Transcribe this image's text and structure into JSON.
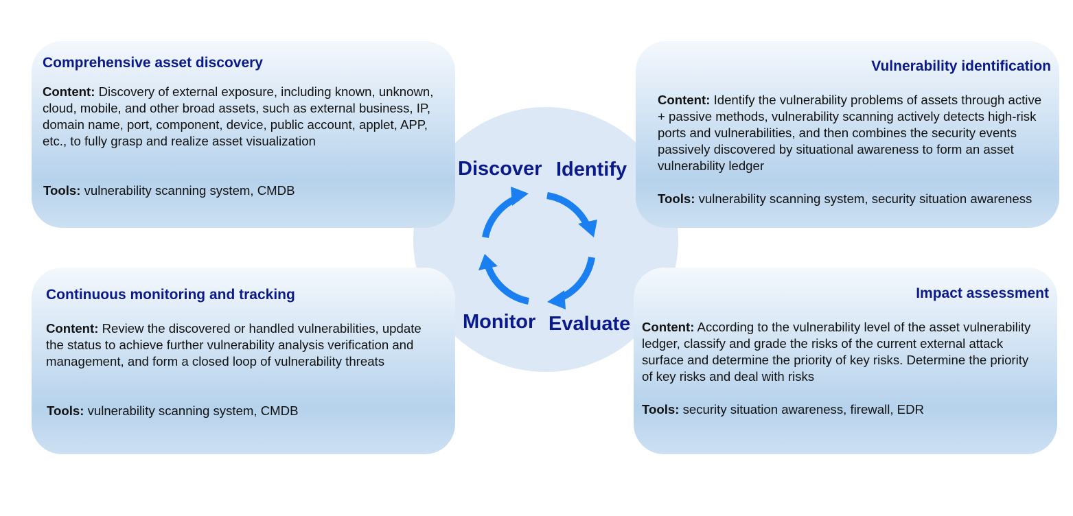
{
  "colors": {
    "title": "#0a1a8a",
    "arrow": "#1a7ff0",
    "circle": "#dce8f5"
  },
  "stages": {
    "discover": "Discover",
    "identify": "Identify",
    "monitor": "Monitor",
    "evaluate": "Evaluate"
  },
  "cards": {
    "discovery": {
      "title": "Comprehensive asset discovery",
      "content_label": "Content:",
      "content": " Discovery of external exposure, including known, unknown, cloud, mobile, and other broad assets, such as external business, IP, domain name, port, component, device, public account, applet, APP, etc., to fully grasp and realize asset visualization",
      "tools_label": "Tools:",
      "tools": " vulnerability scanning system, CMDB"
    },
    "identification": {
      "title": "Vulnerability identification",
      "content_label": "Content:",
      "content": " Identify the vulnerability problems of assets through active + passive methods, vulnerability scanning actively detects high-risk ports and vulnerabilities, and then combines the security events passively discovered by situational awareness to form an asset vulnerability ledger",
      "tools_label": "Tools:",
      "tools": " vulnerability scanning system, security situation awareness"
    },
    "monitoring": {
      "title": "Continuous monitoring and tracking",
      "content_label": "Content:",
      "content": " Review the discovered or handled vulnerabilities, update the status to achieve further vulnerability analysis verification and management, and form a closed loop of vulnerability threats",
      "tools_label": "Tools:",
      "tools": " vulnerability scanning system, CMDB"
    },
    "assessment": {
      "title": "Impact assessment",
      "content_label": "Content:",
      "content": " According to the vulnerability level of the asset vulnerability ledger, classify and grade the risks of the current external attack surface and determine the priority of key risks. Determine the priority of key risks and deal with risks",
      "tools_label": "Tools:",
      "tools": " security situation awareness, firewall, EDR"
    }
  }
}
